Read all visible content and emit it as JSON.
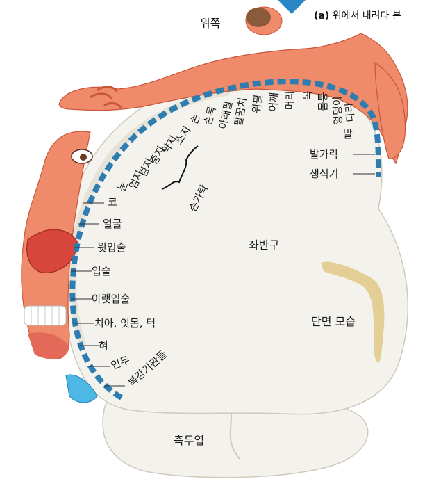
{
  "caption": {
    "tag": "(a)",
    "text": "위에서 내려다 본"
  },
  "labels": {
    "top": "위쪽",
    "hemisphere": "좌반구",
    "cross_section": "단면 모습",
    "temporal_lobe": "측두엽",
    "fingers_group": "손가락"
  },
  "left_column": [
    "코",
    "얼굴",
    "윗입술",
    "입술",
    "아랫입술",
    "치아, 잇몸, 턱",
    "혀",
    "인두",
    "복강기관들"
  ],
  "right_column": [
    "발",
    "발가락",
    "생식기"
  ],
  "arc_labels": [
    "눈",
    "엄지",
    "검지",
    "중지",
    "약지",
    "소지",
    "손",
    "손목",
    "아래팔",
    "팔꿈치",
    "위팔",
    "어깨",
    "머리",
    "목",
    "몸통",
    "엉덩이",
    "다리"
  ],
  "colors": {
    "skin": "#ef8a6a",
    "skin_dark": "#c9553a",
    "brain": "#f4f2ec",
    "brain_shade": "#dcd7cb",
    "dash": "#2e7db1",
    "tan_section": "#e3cf96",
    "accent_blue": "#2b86c8"
  }
}
